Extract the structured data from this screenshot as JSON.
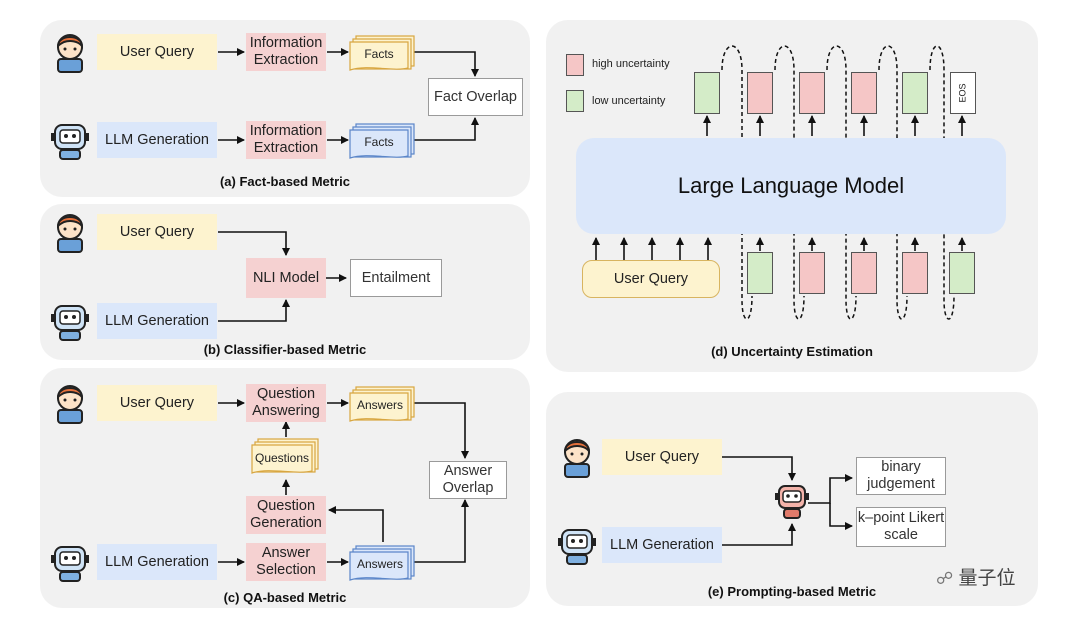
{
  "panels": {
    "a": {
      "caption": "(a) Fact-based Metric",
      "user_query": "User Query",
      "llm_generation": "LLM Generation",
      "extraction": "Information Extraction",
      "facts": "Facts",
      "overlap": "Fact Overlap"
    },
    "b": {
      "caption": "(b) Classifier-based Metric",
      "user_query": "User Query",
      "llm_generation": "LLM Generation",
      "nli": "NLI Model",
      "entailment": "Entailment"
    },
    "c": {
      "caption": "(c) QA-based Metric",
      "user_query": "User Query",
      "llm_generation": "LLM Generation",
      "qa": "Question Answering",
      "questions": "Questions",
      "qgen": "Question Generation",
      "answer_selection": "Answer Selection",
      "answers": "Answers",
      "answer_overlap": "Answer Overlap"
    },
    "d": {
      "caption": "(d) Uncertainty Estimation",
      "model": "Large Language Model",
      "user_query": "User Query",
      "legend_high": "high uncertainty",
      "legend_low": "low uncertainty",
      "eos": "EOS"
    },
    "e": {
      "caption": "(e) Prompting-based Metric",
      "user_query": "User Query",
      "llm_generation": "LLM Generation",
      "binary": "binary judgement",
      "likert": "k–point Likert scale"
    }
  },
  "colors": {
    "query": "#fdf3cf",
    "generation": "#dbe7fa",
    "process": "#f5d1d1",
    "high": "#f5c6c6",
    "low": "#d4ecc8"
  },
  "watermark": "量子位"
}
